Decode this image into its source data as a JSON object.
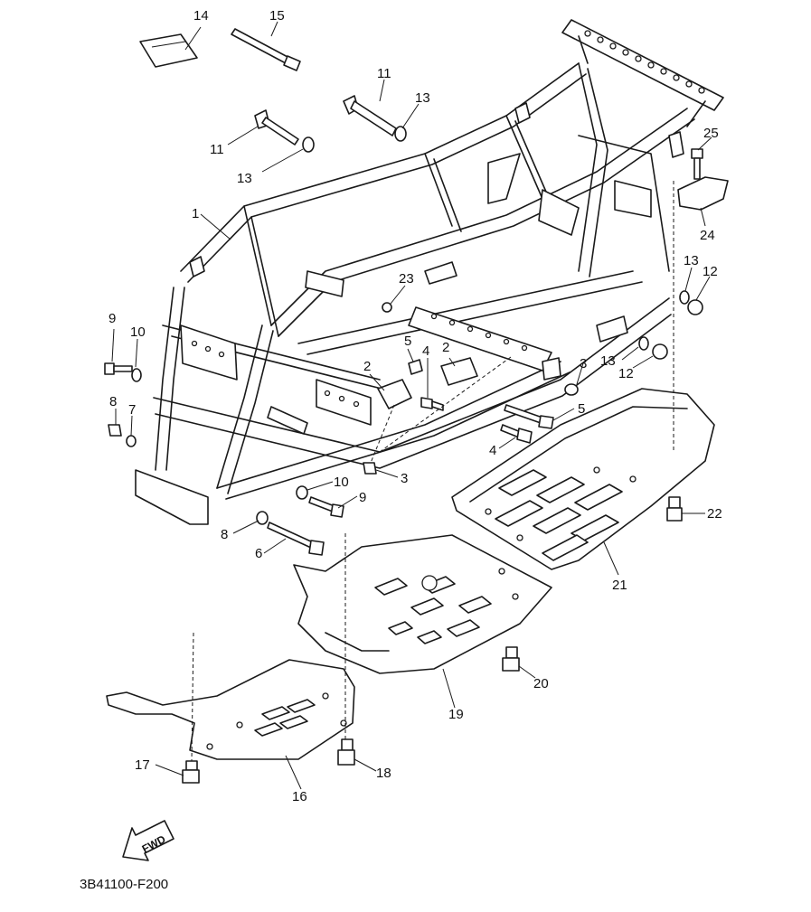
{
  "diagram_code": "3B41100-F200",
  "fwd_label": "FWD",
  "callouts": [
    "1",
    "2",
    "2",
    "3",
    "3",
    "4",
    "4",
    "5",
    "5",
    "6",
    "7",
    "8",
    "8",
    "9",
    "9",
    "10",
    "10",
    "11",
    "11",
    "12",
    "12",
    "13",
    "13",
    "13",
    "13",
    "14",
    "15",
    "16",
    "17",
    "18",
    "19",
    "20",
    "21",
    "22",
    "23",
    "24",
    "25"
  ]
}
